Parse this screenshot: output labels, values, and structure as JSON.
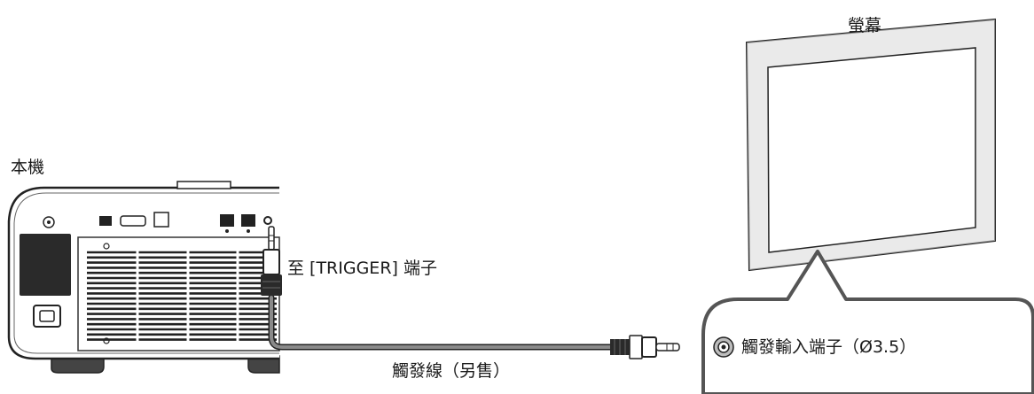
{
  "labels": {
    "projector": "本機",
    "screen": "螢幕",
    "to_trigger": "至 [TRIGGER] 端子",
    "cable": "觸發線（另售）",
    "trigger_input": "觸發輸入端子（Ø3.5）"
  }
}
